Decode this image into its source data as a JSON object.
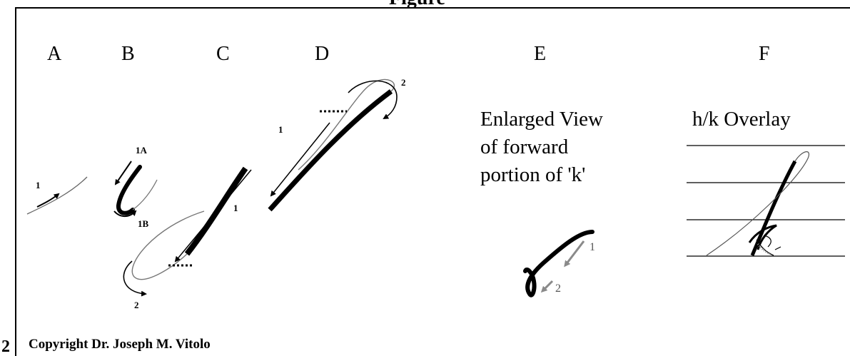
{
  "figure": {
    "title": "Figure",
    "side_number": "2",
    "copyright": "Copyright Dr. Joseph M. Vitolo"
  },
  "panels": [
    {
      "letter": "A",
      "labels": [
        "1"
      ]
    },
    {
      "letter": "B",
      "labels": [
        "1A",
        "1B"
      ]
    },
    {
      "letter": "C",
      "labels": [
        "1",
        "2"
      ]
    },
    {
      "letter": "D",
      "labels": [
        "1",
        "2"
      ]
    },
    {
      "letter": "E",
      "caption_lines": [
        "Enlarged View",
        "of forward",
        "portion of 'k'"
      ],
      "labels": [
        "1",
        "2"
      ]
    },
    {
      "letter": "F",
      "caption": "h/k Overlay"
    }
  ],
  "colors": {
    "ink": "#000000",
    "hairline": "#777777",
    "arrow_gray": "#8a8a8a"
  }
}
